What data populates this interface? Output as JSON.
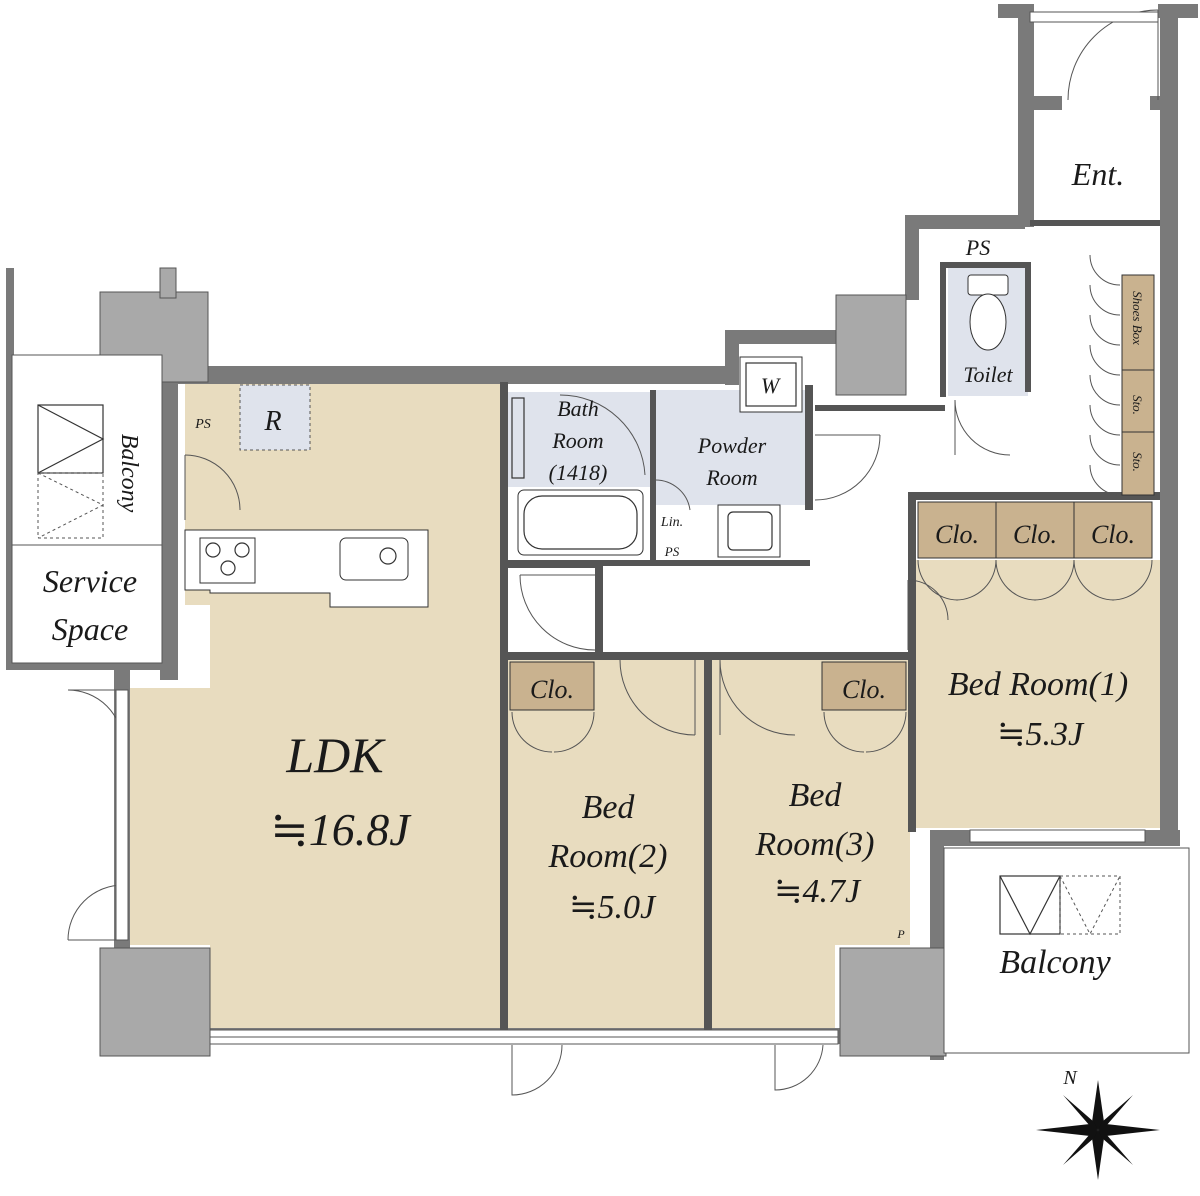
{
  "labels": {
    "ldk": "LDK",
    "ldk_size": "≒16.8J",
    "bed1": "Bed Room(1)",
    "bed1_size": "≒5.3J",
    "bed2_a": "Bed",
    "bed2_b": "Room(2)",
    "bed2_size": "≒5.0J",
    "bed3_a": "Bed",
    "bed3_b": "Room(3)",
    "bed3_size": "≒4.7J",
    "bath_a": "Bath",
    "bath_b": "Room",
    "bath_c": "(1418)",
    "powder_a": "Powder",
    "powder_b": "Room",
    "toilet": "Toilet",
    "ent": "Ent.",
    "ps": "PS",
    "r": "R",
    "w": "W",
    "lin": "Lin.",
    "clo": "Clo.",
    "shoes_box": "Shoes Box",
    "sto": "Sto.",
    "balcony": "Balcony",
    "service_a": "Service",
    "service_b": "Space",
    "p": "P",
    "north": "N"
  },
  "colors": {
    "room_fill": "#e8dcbf",
    "wet_area_fill": "#dfe3ec",
    "closet_fill": "#c9b28f",
    "wall": "#7a7a7a",
    "column": "#a9a9a9"
  }
}
